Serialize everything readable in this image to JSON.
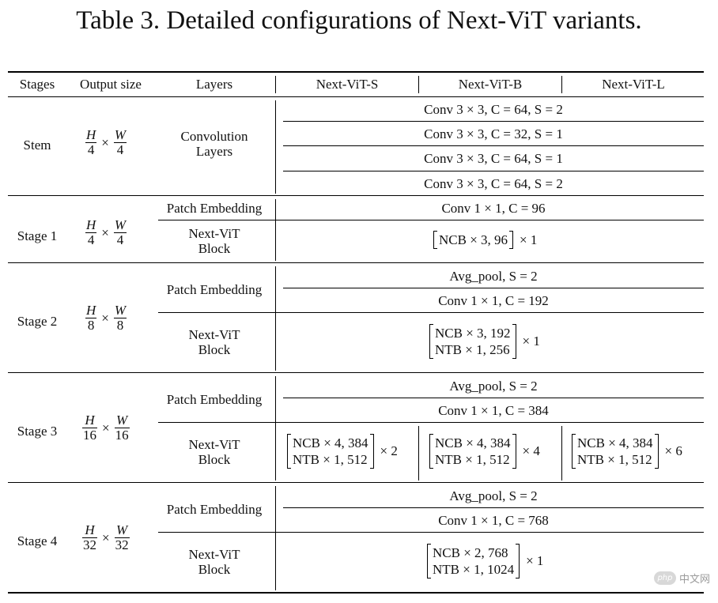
{
  "title": "Table 3. Detailed configurations of Next-ViT variants.",
  "headers": [
    "Stages",
    "Output size",
    "Layers",
    "Next-ViT-S",
    "Next-ViT-B",
    "Next-ViT-L"
  ],
  "stem": {
    "stage": "Stem",
    "size_num1": "H",
    "size_den1": "4",
    "size_num2": "W",
    "size_den2": "4",
    "layer_line1": "Convolution",
    "layer_line2": "Layers",
    "convs": [
      "Conv 3 × 3, C = 64, S = 2",
      "Conv 3 × 3, C = 32, S = 1",
      "Conv 3 × 3, C = 64, S = 1",
      "Conv 3 × 3, C = 64, S = 2"
    ]
  },
  "stage1": {
    "stage": "Stage 1",
    "size_num1": "H",
    "size_den1": "4",
    "size_num2": "W",
    "size_den2": "4",
    "patch_label": "Patch Embedding",
    "patch": "Conv 1 × 1, C = 96",
    "block_line1": "Next-ViT",
    "block_line2": "Block",
    "block_inner": "NCB × 3, 96",
    "block_mult": "× 1"
  },
  "stage2": {
    "stage": "Stage 2",
    "size_num1": "H",
    "size_den1": "8",
    "size_num2": "W",
    "size_den2": "8",
    "patch_label": "Patch Embedding",
    "patch1": "Avg_pool, S = 2",
    "patch2": "Conv 1 × 1, C = 192",
    "block_line1": "Next-ViT",
    "block_line2": "Block",
    "block_l1": "NCB × 3, 192",
    "block_l2": "NTB × 1, 256",
    "block_mult": "× 1"
  },
  "stage3": {
    "stage": "Stage 3",
    "size_num1": "H",
    "size_den1": "16",
    "size_num2": "W",
    "size_den2": "16",
    "patch_label": "Patch Embedding",
    "patch1": "Avg_pool, S = 2",
    "patch2": "Conv 1 × 1, C = 384",
    "block_line1": "Next-ViT",
    "block_line2": "Block",
    "s_l1": "NCB × 4, 384",
    "s_l2": "NTB × 1, 512",
    "s_mult": "× 2",
    "b_l1": "NCB × 4, 384",
    "b_l2": "NTB × 1, 512",
    "b_mult": "× 4",
    "l_l1": "NCB × 4, 384",
    "l_l2": "NTB × 1, 512",
    "l_mult": "× 6"
  },
  "stage4": {
    "stage": "Stage 4",
    "size_num1": "H",
    "size_den1": "32",
    "size_num2": "W",
    "size_den2": "32",
    "patch_label": "Patch Embedding",
    "patch1": "Avg_pool, S = 2",
    "patch2": "Conv 1 × 1, C = 768",
    "block_line1": "Next-ViT",
    "block_line2": "Block",
    "block_l1": "NCB × 2, 768",
    "block_l2": "NTB × 1, 1024",
    "block_mult": "× 1"
  },
  "watermark": {
    "logo_text": "php",
    "text": "中文网"
  }
}
